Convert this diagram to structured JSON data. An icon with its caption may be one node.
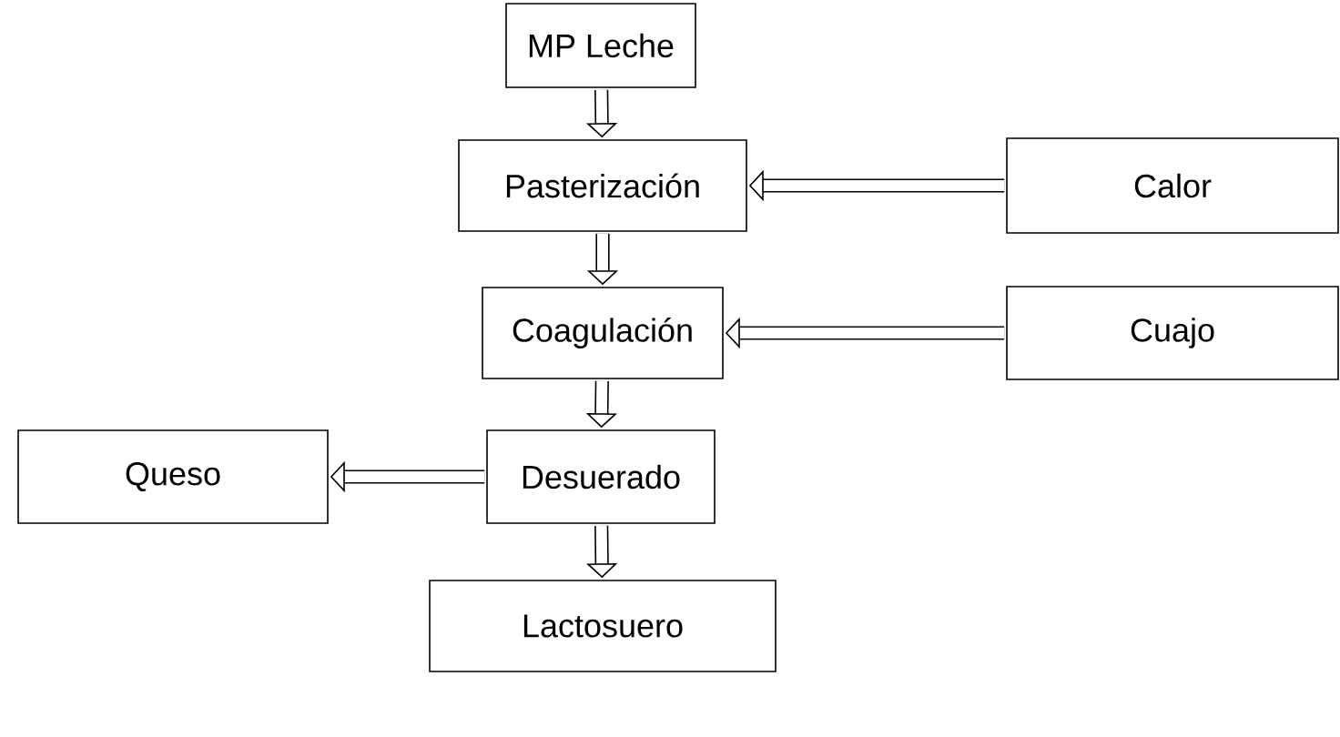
{
  "diagram": {
    "nodes": [
      {
        "text": [
          "MP Leche"
        ]
      },
      {
        "text": [
          "Pasterización"
        ]
      },
      {
        "text": [
          "Calor"
        ]
      },
      {
        "text": [
          "Coagulación"
        ]
      },
      {
        "text": [
          "Cuajo"
        ]
      },
      {
        "text": [
          "Queso"
        ]
      },
      {
        "text": [
          "Desuerado"
        ]
      },
      {
        "text": [
          "Lactosuero"
        ]
      }
    ],
    "edges": [
      {
        "from": 0,
        "to": 1,
        "arrow": "to"
      },
      {
        "from": 2,
        "to": 1,
        "arrow": "to"
      },
      {
        "from": 1,
        "to": 3,
        "arrow": "to"
      },
      {
        "from": 4,
        "to": 3,
        "arrow": "to"
      },
      {
        "from": 3,
        "to": 6,
        "arrow": "to"
      },
      {
        "from": 6,
        "to": 5,
        "arrow": "to"
      },
      {
        "from": 6,
        "to": 7,
        "arrow": "to"
      }
    ]
  }
}
